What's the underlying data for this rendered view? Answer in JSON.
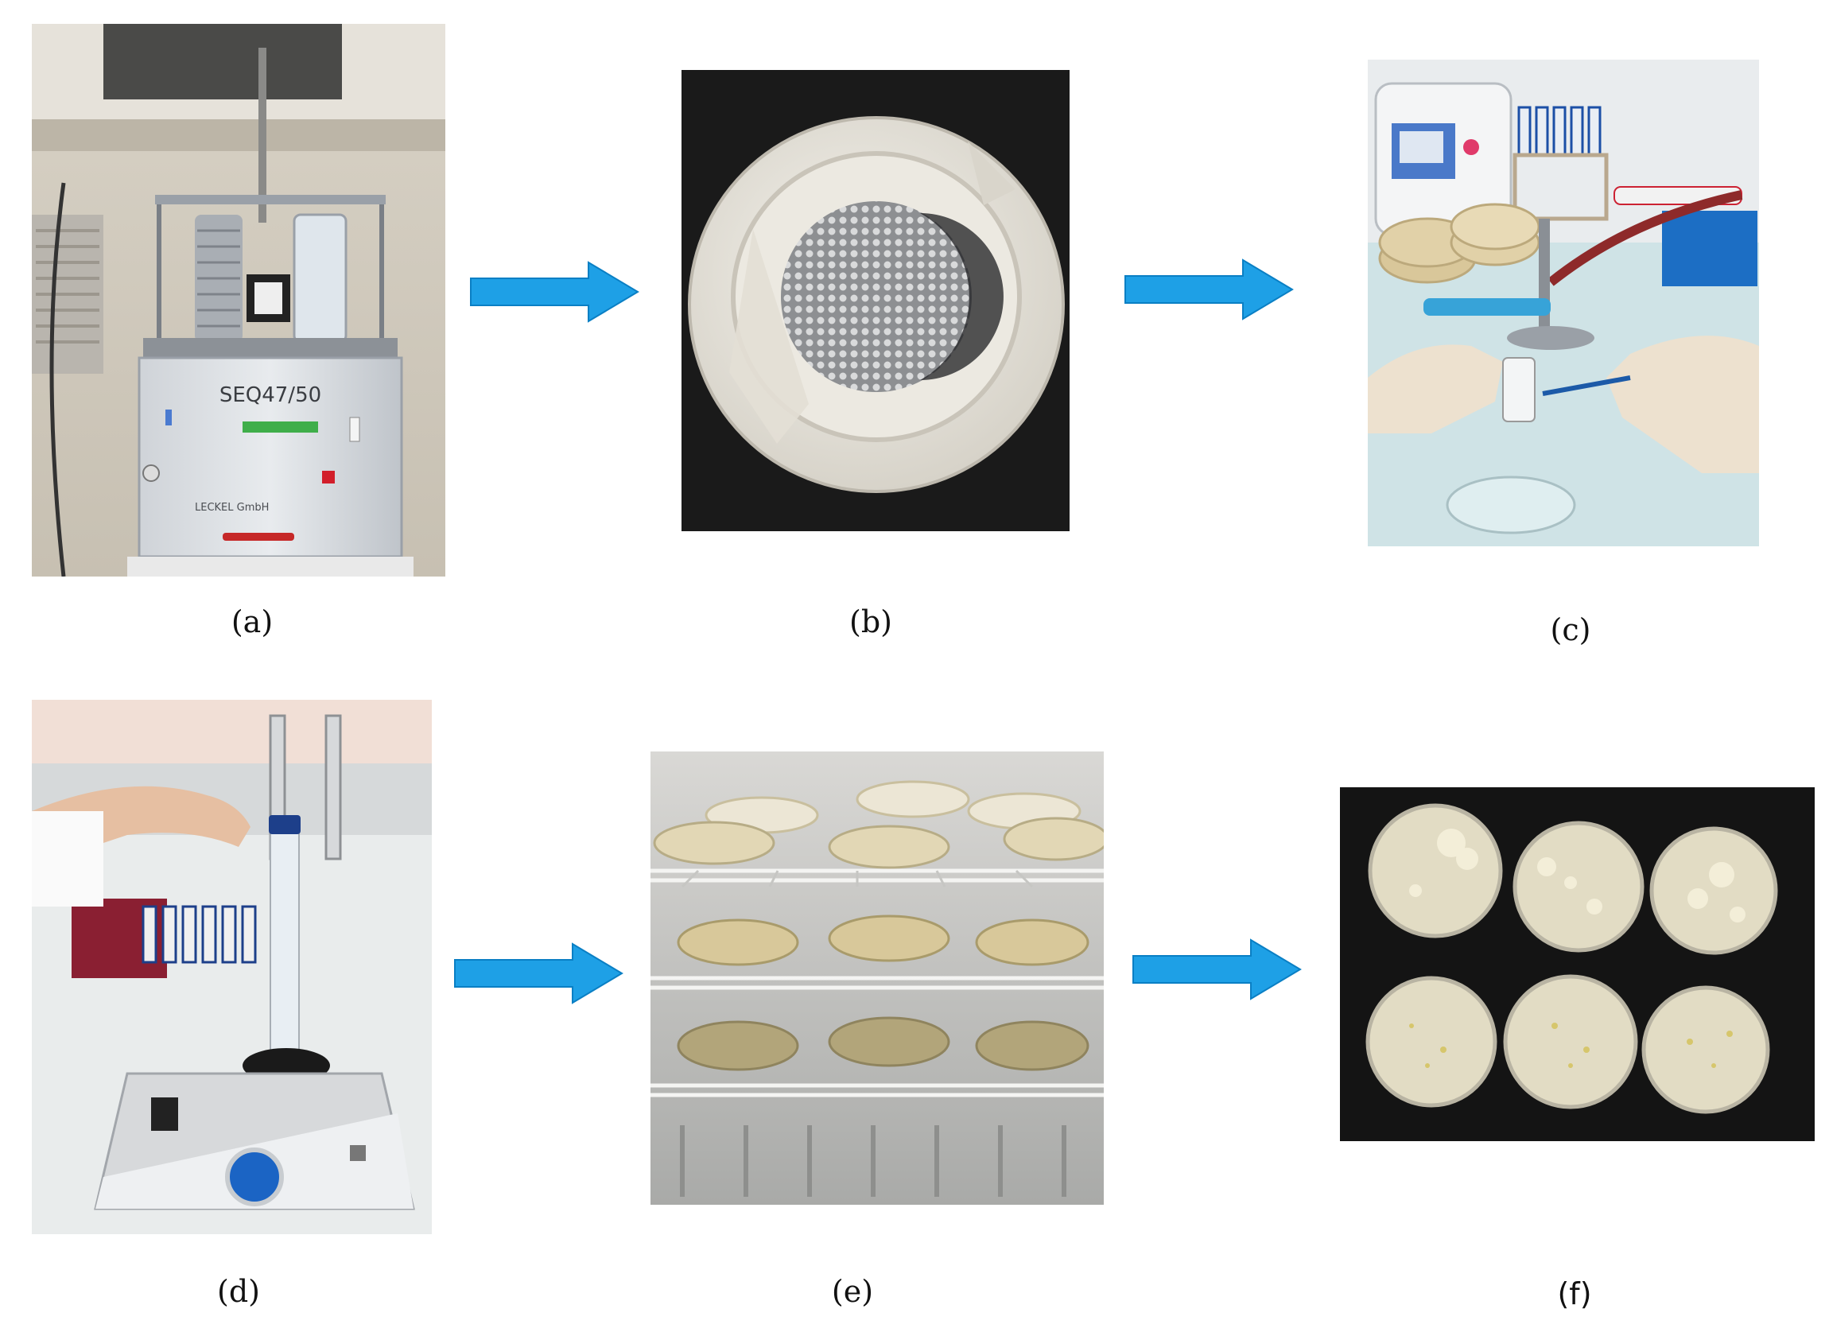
{
  "panels": [
    {
      "id": "a",
      "caption": "(a)",
      "photo_text": [
        "SEQ47/50",
        "LECKEL GmbH"
      ]
    },
    {
      "id": "b",
      "caption": "(b)"
    },
    {
      "id": "c",
      "caption": "(c)"
    },
    {
      "id": "d",
      "caption": "(d)"
    },
    {
      "id": "e",
      "caption": "(e)"
    },
    {
      "id": "f",
      "caption": "(f)"
    }
  ],
  "colors": {
    "arrow": "#1ea0e6",
    "arrow_edge": "#0a7fc4"
  },
  "icons": [
    "right-arrow-icon"
  ]
}
